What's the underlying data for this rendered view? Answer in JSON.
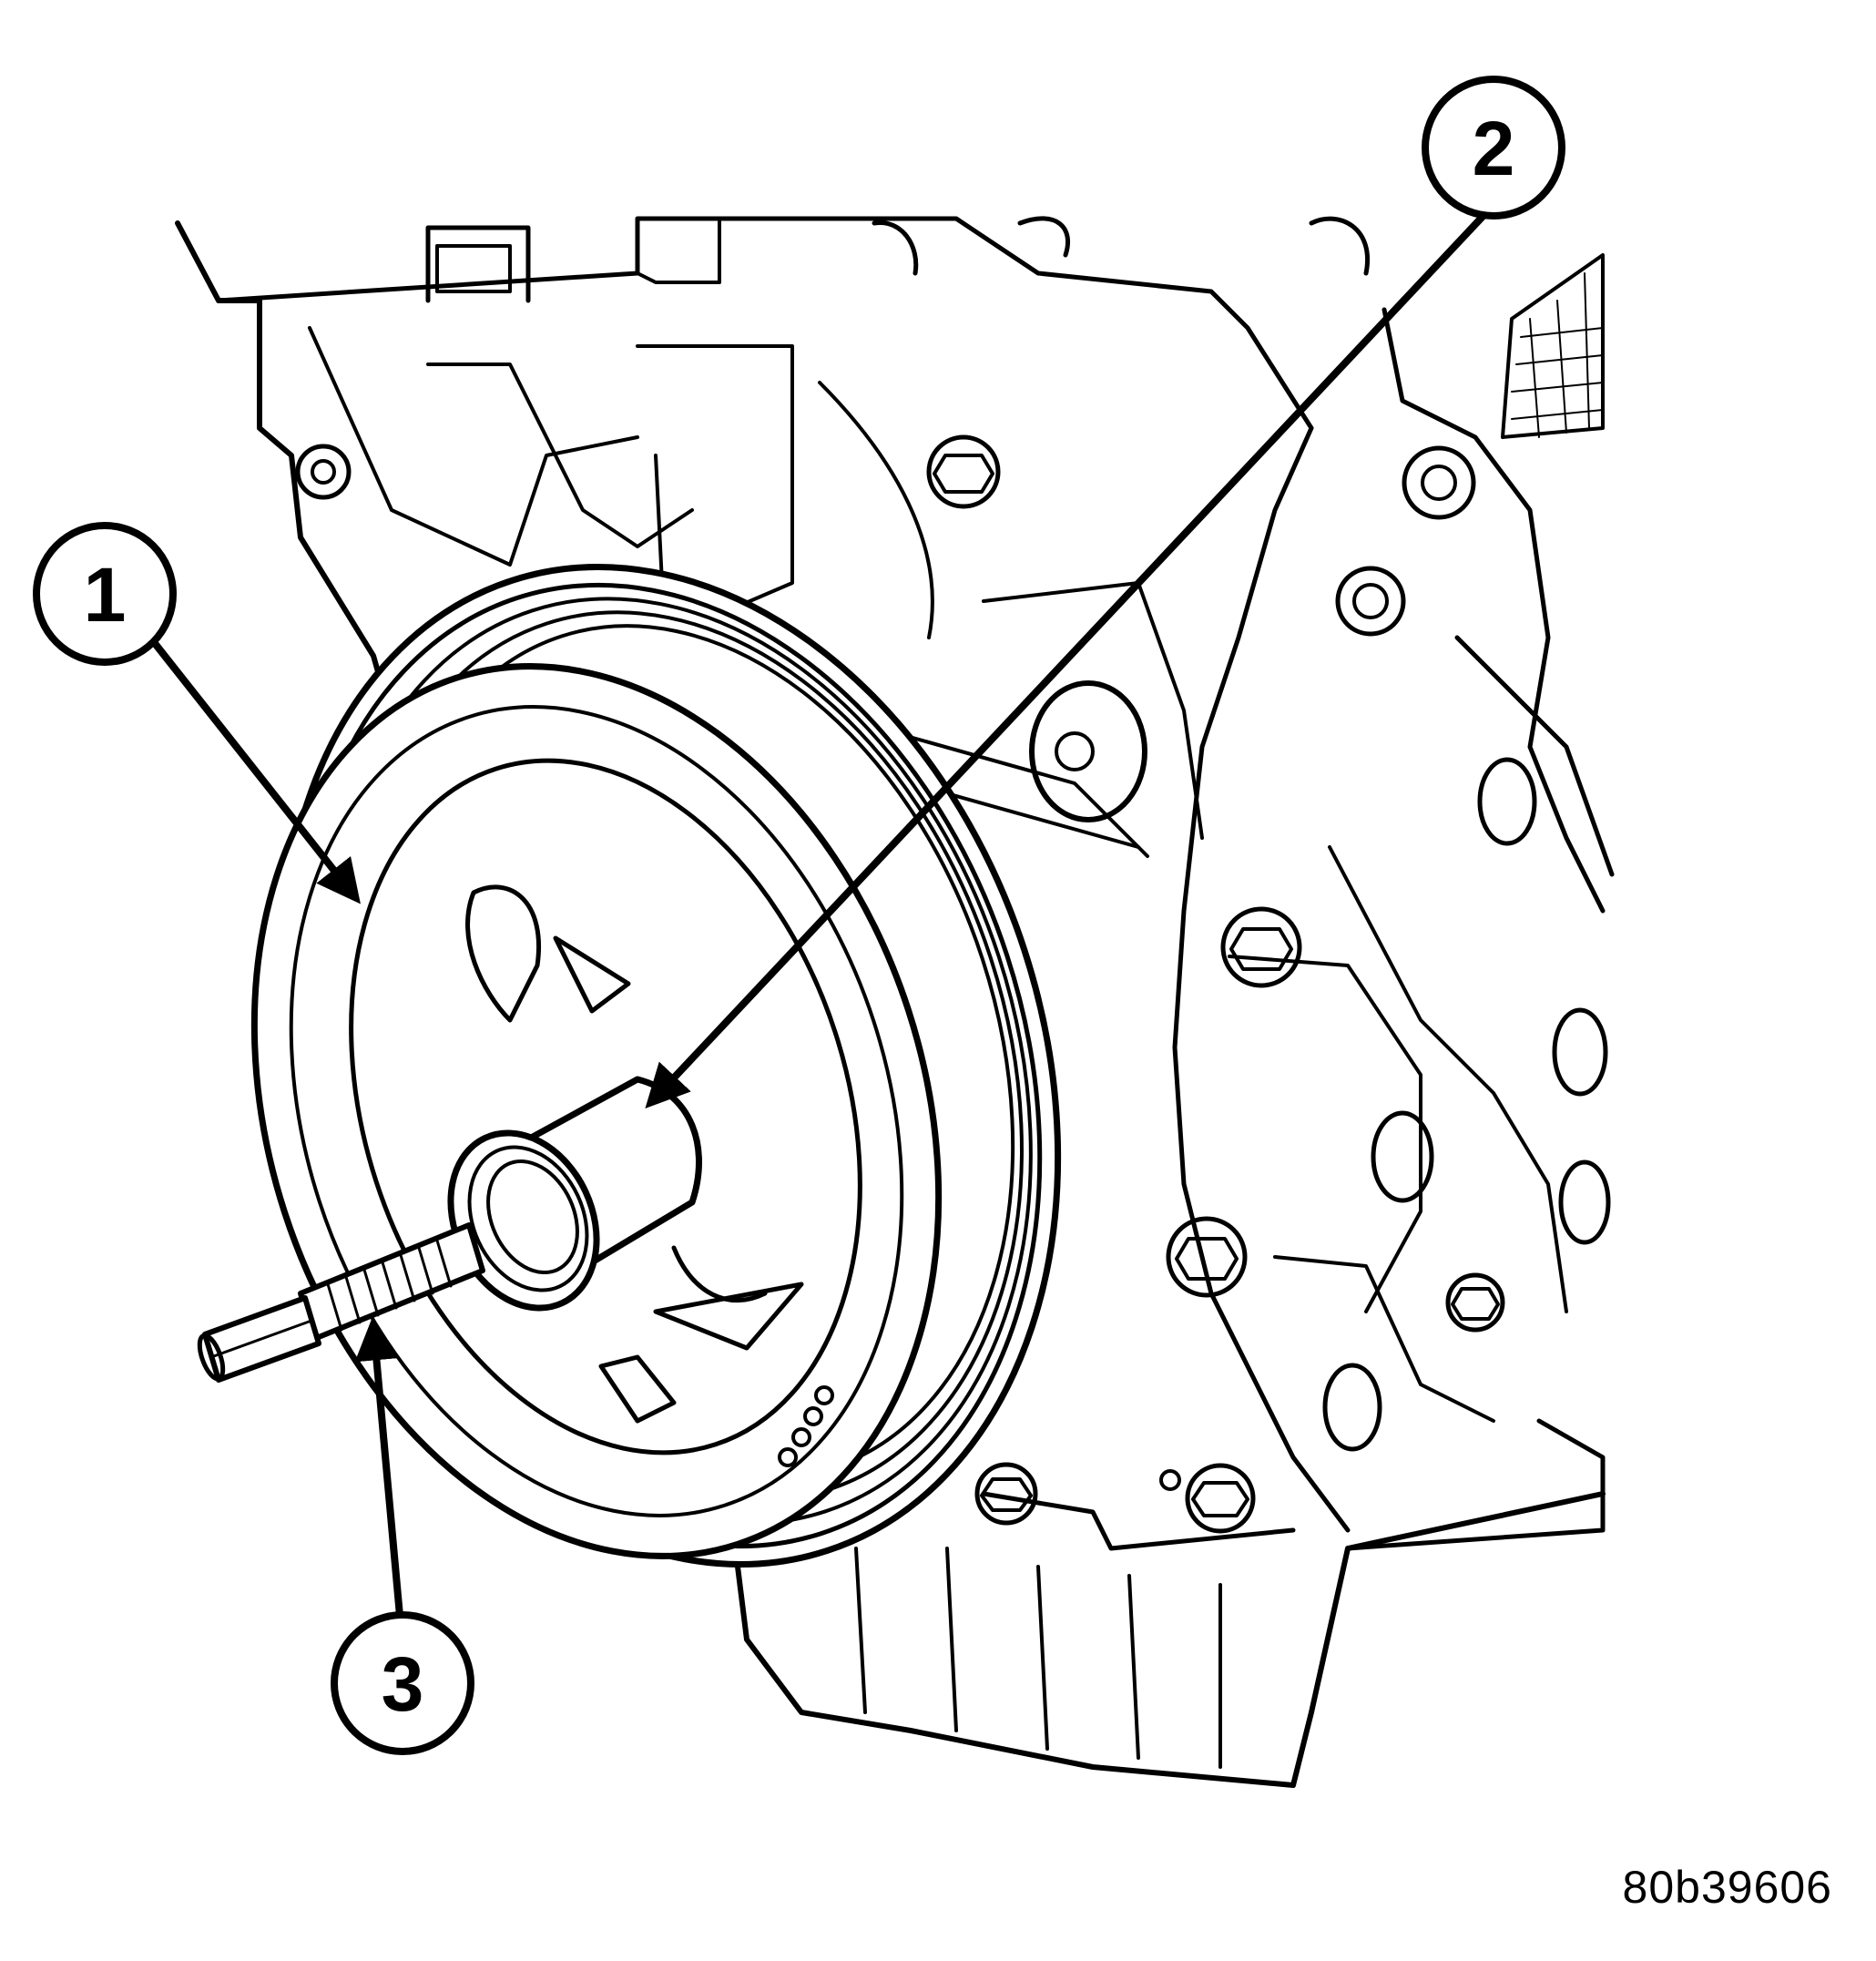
{
  "callouts": [
    {
      "id": "1",
      "label": "1"
    },
    {
      "id": "2",
      "label": "2"
    },
    {
      "id": "3",
      "label": "3"
    }
  ],
  "figure_id": "80b39606",
  "colors": {
    "line": "#000000",
    "background": "#ffffff"
  }
}
